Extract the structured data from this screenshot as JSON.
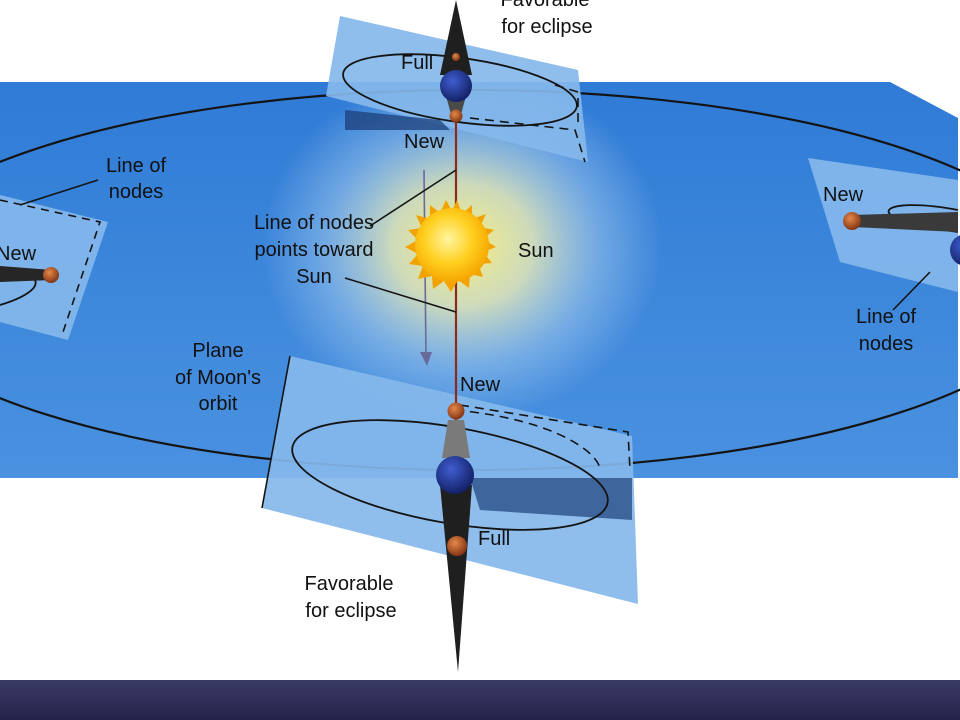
{
  "labels": {
    "favorable_top_line1": "Favorable",
    "favorable_top_line2": "for eclipse",
    "full_top": "Full",
    "new_top": "New",
    "line_nodes_left_line1": "Line of",
    "line_nodes_left_line2": "nodes",
    "new_left": "New",
    "points_toward_line1": "Line of nodes",
    "points_toward_line2": "points toward",
    "points_toward_line3": "Sun",
    "sun": "Sun",
    "new_right": "New",
    "line_nodes_right_line1": "Line of",
    "line_nodes_right_line2": "nodes",
    "plane_line1": "Plane",
    "plane_line2": "of Moon's",
    "plane_line3": "orbit",
    "new_bottom": "New",
    "full_bottom": "Full",
    "favorable_bottom_line1": "Favorable",
    "favorable_bottom_line2": "for eclipse"
  },
  "colors": {
    "ecliptic_plane": "#3d86da",
    "moon_plane": "#86b9ec",
    "earth": "#1b2f8a",
    "moon": "#b8541c",
    "sun": "#ffcc1a",
    "bottom_bar": "#2a2a55"
  },
  "icons": {
    "sun": "sun-icon",
    "earth": "earth-icon",
    "moon": "moon-icon"
  }
}
